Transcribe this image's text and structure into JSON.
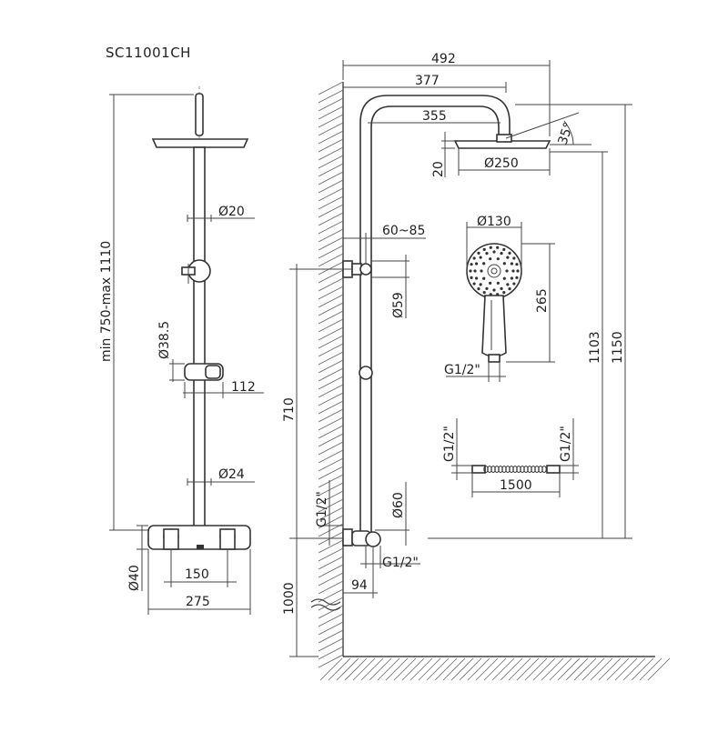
{
  "model_code": "SC11001CH",
  "front_view": {
    "height_range": "min 750-max 1110",
    "pipe_dia_top": "Ø20",
    "holder_dia": "Ø38.5",
    "holder_width": "112",
    "pipe_dia_bottom": "Ø24",
    "mixer_height": "Ø40",
    "mixer_centers": "150",
    "mixer_width": "275"
  },
  "side_view": {
    "arm_total": "492",
    "arm_mid": "377",
    "arm_inner": "355",
    "tilt_angle": "35°",
    "head_thickness": "20",
    "head_dia": "Ø250",
    "wall_distance": "60~85",
    "bracket_dia": "Ø59",
    "bracket_height": "710",
    "inlet_thread_left": "G1/2\"",
    "mixer_dia": "Ø60",
    "outlet_thread": "G1/2\"",
    "inlet_offset": "94",
    "floor_height": "1000",
    "height_shower": "1103",
    "height_total": "1150"
  },
  "hand_shower": {
    "head_dia": "Ø130",
    "length": "265",
    "thread": "G1/2\""
  },
  "hose": {
    "thread_left": "G1/2\"",
    "thread_right": "G1/2\"",
    "length": "1500"
  }
}
